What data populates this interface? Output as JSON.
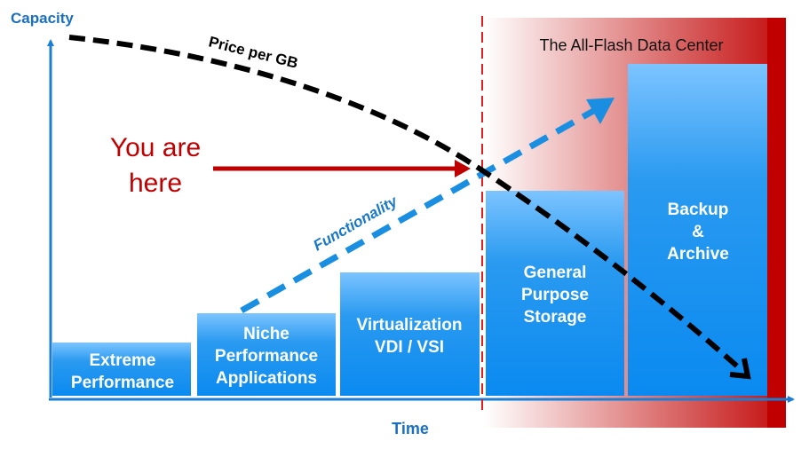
{
  "axes": {
    "y_label": "Capacity",
    "x_label": "Time"
  },
  "zone_title": "The All-Flash  Data Center",
  "you_are_here": [
    "You are",
    "here"
  ],
  "curves": {
    "price": "Price per GB",
    "functionality": "Functionality"
  },
  "bars": [
    {
      "lines": [
        "Extreme",
        "Performance"
      ]
    },
    {
      "lines": [
        "Niche",
        "Performance",
        "Applications"
      ]
    },
    {
      "lines": [
        "Virtualization",
        "VDI  /  VSI"
      ]
    },
    {
      "lines": [
        "General",
        "Purpose",
        "Storage"
      ]
    },
    {
      "lines": [
        "Backup",
        "&",
        "Archive"
      ]
    }
  ],
  "colors": {
    "blue": "#1a7fd4",
    "red": "#c00000",
    "axis": "#1a7fd4"
  }
}
